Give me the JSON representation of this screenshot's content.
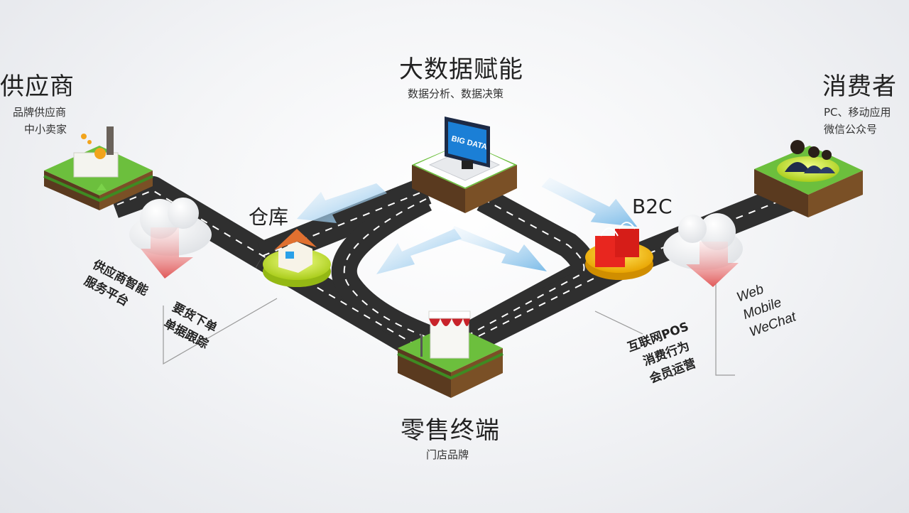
{
  "nodes": {
    "supplier": {
      "title": "供应商",
      "lines": [
        "品牌供应商",
        "中小卖家"
      ]
    },
    "bigdata": {
      "title": "大数据赋能",
      "sub": "数据分析、数据决策",
      "screen": "BIG DATA"
    },
    "consumer": {
      "title": "消费者",
      "lines": [
        "PC、移动应用",
        "微信公众号"
      ]
    },
    "warehouse": {
      "title": "仓库"
    },
    "b2c": {
      "title": "B2C"
    },
    "retail": {
      "title": "零售终端",
      "sub": "门店品牌"
    }
  },
  "annotations": {
    "supplier_platform": [
      "供应商智能",
      "服务平台"
    ],
    "ordering": [
      "要货下单",
      "单据跟踪"
    ],
    "pos": [
      "互联网POS",
      "消费行为",
      "会员运营"
    ],
    "channels": [
      "Web",
      "Mobile",
      "WeChat"
    ]
  },
  "colors": {
    "road": "#3a3a3a",
    "grass": "#5fa83a",
    "arrow_blue": "#8ec5ec",
    "arrow_red": "#e86a6a",
    "lime": "#c8e83a"
  }
}
